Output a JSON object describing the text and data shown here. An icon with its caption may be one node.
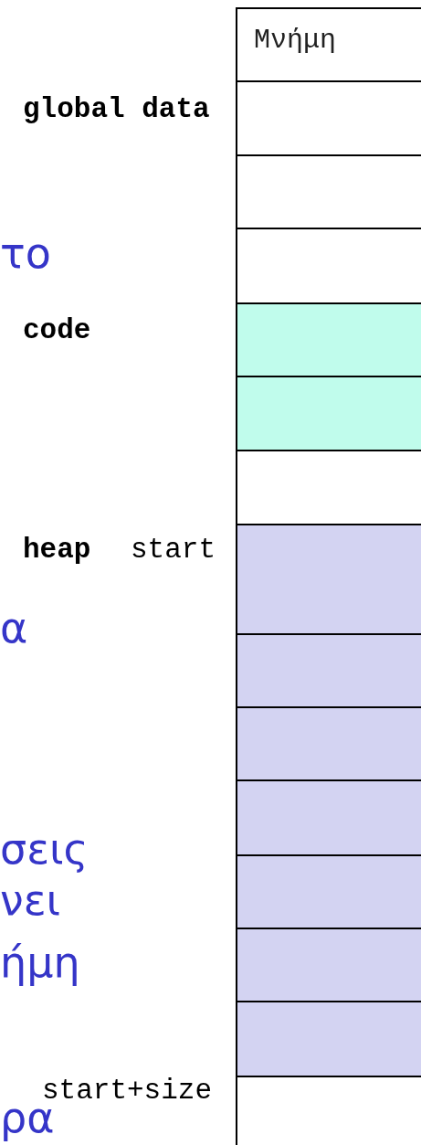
{
  "diagram": {
    "nodes": [
      {
        "text": [
          "Μνήμη"
        ]
      },
      {
        "text": [],
        "shape": "box"
      },
      {
        "text": [],
        "shape": "box"
      },
      {
        "text": [],
        "shape": "box"
      },
      {
        "text": [],
        "shape": "box"
      },
      {
        "text": [],
        "shape": "box"
      },
      {
        "text": [],
        "shape": "box"
      },
      {
        "text": [],
        "shape": "box"
      },
      {
        "text": [],
        "shape": "box"
      },
      {
        "text": [],
        "shape": "box"
      },
      {
        "text": [],
        "shape": "box"
      },
      {
        "text": [],
        "shape": "box"
      },
      {
        "text": [],
        "shape": "box"
      },
      {
        "text": [],
        "shape": "box"
      },
      {
        "text": [],
        "shape": "box"
      }
    ],
    "labels": [
      "global data",
      "το",
      "code",
      "heap",
      "start",
      "α",
      "σεις",
      "νει",
      "ήμη",
      "start+size",
      "ρα"
    ]
  }
}
